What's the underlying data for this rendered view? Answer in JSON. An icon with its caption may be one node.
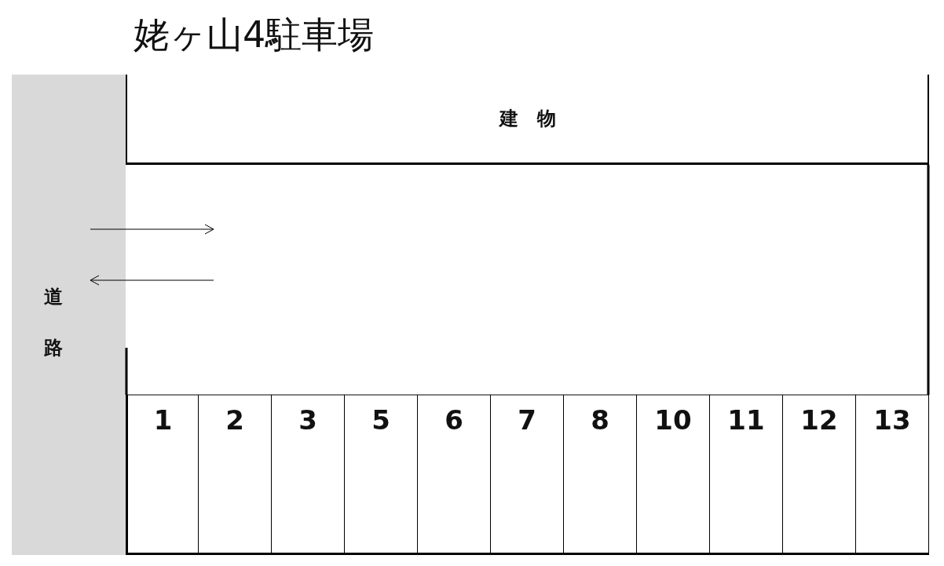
{
  "diagram": {
    "title": "姥ヶ山4駐車場",
    "nodes": [
      {
        "text": [
          "建　物"
        ]
      },
      {
        "text": [
          "道路"
        ]
      },
      {
        "text": [
          "1"
        ]
      },
      {
        "text": [
          "2"
        ]
      },
      {
        "text": [
          "3"
        ]
      },
      {
        "text": [
          "5"
        ]
      },
      {
        "text": [
          "6"
        ]
      },
      {
        "text": [
          "7"
        ]
      },
      {
        "text": [
          "8"
        ]
      },
      {
        "text": [
          "10"
        ]
      },
      {
        "text": [
          "11"
        ]
      },
      {
        "text": [
          "12"
        ]
      },
      {
        "text": [
          "13"
        ]
      }
    ]
  }
}
